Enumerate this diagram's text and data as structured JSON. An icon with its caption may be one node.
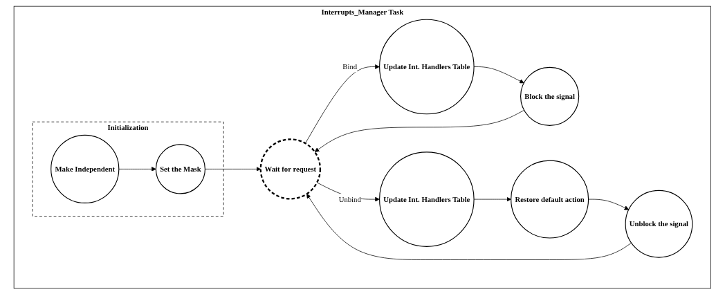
{
  "diagram": {
    "nodes": [
      {
        "text": [
          "Interrupts_Manager Task"
        ]
      },
      {
        "text": [
          "Initialization"
        ],
        "in": 0
      },
      {
        "text": [
          "Make Independent"
        ],
        "in": 1
      },
      {
        "text": [
          "Set the Mask"
        ],
        "in": 1
      },
      {
        "text": [
          "Wait for request"
        ],
        "in": 0
      },
      {
        "text": [
          "Update Int. Handlers Table"
        ],
        "in": 0
      },
      {
        "text": [
          "Block the signal"
        ],
        "in": 0
      },
      {
        "text": [
          "Update Int. Handlers Table"
        ],
        "in": 0
      },
      {
        "text": [
          "Restore default action"
        ],
        "in": 0
      },
      {
        "text": [
          "Unblock the signal"
        ],
        "in": 0
      }
    ],
    "edges": [
      {
        "from": 2,
        "to": 3,
        "arrow": "to"
      },
      {
        "from": 3,
        "to": 4,
        "arrow": "to"
      },
      {
        "from": 4,
        "to": 5,
        "arrow": "to",
        "label": "Bind"
      },
      {
        "from": 5,
        "to": 6,
        "arrow": "to"
      },
      {
        "from": 6,
        "to": 4,
        "arrow": "to"
      },
      {
        "from": 4,
        "to": 7,
        "arrow": "to",
        "label": "Unbind"
      },
      {
        "from": 7,
        "to": 8,
        "arrow": "to"
      },
      {
        "from": 8,
        "to": 9,
        "arrow": "to"
      },
      {
        "from": 9,
        "to": 4,
        "arrow": "to"
      }
    ]
  }
}
